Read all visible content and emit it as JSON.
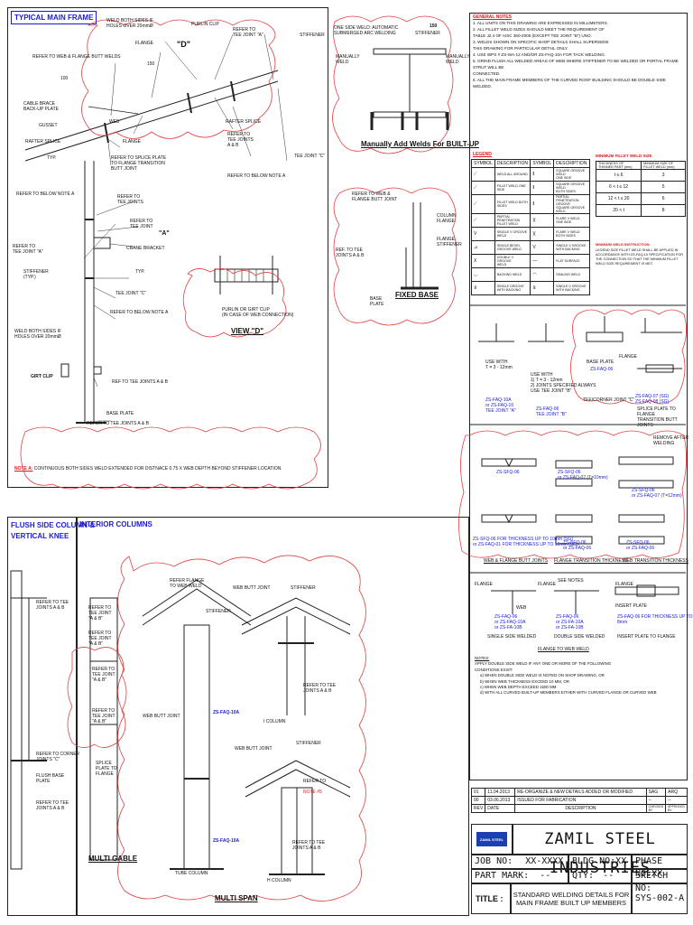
{
  "sections": {
    "main_frame": "TYPICAL MAIN FRAME",
    "flush_side": "FLUSH SIDE COLUMN &\nVERTICAL KNEE",
    "interior": "INTERIOR COLUMNS",
    "built_up": "Manually Add Welds For BUILT-UP",
    "fixed_base": "FIXED BASE",
    "view_d": "VIEW \"D\"",
    "multi_gable": "MULTI GABLE",
    "multi_span": "MULTI SPAN"
  },
  "main_frame_labels": {
    "weld_holes": "WELD BOTH SIDES IF\nHOLES OVER 20mmØ",
    "purlin_clip": "PURLIN CLIP",
    "refer_tee_a": "REFER TO\nTEE JOINT \"A\"",
    "stiffener": "STIFFENER",
    "flange": "FLANGE",
    "refer_web_flange": "REFER TO WEB & FLANGE BUTT WELDS",
    "cable_brace": "CABLE BRACE\nBACK-UP PLATE",
    "gusset": "GUSSET",
    "rafter_splice": "RAFTER SPLICE",
    "typ": "TYP.",
    "web": "WEB",
    "rafter_splice_2": "RAFTER SPLICE",
    "refer_tee_ab": "REFER TO\nTEE JOINTS\nA & B",
    "tee_joint_c": "TEE JOINT \"C\"",
    "refer_splice": "REFER TO SPLICE PLATE\nTO FLANGE TRANSITION\nBUTT JOINT",
    "refer_below_a": "REFER TO BELOW NOTE A",
    "refer_below_a2": "REFER TO BELOW NOTE A",
    "refer_tee_joints": "REFER TO\nTEE JOINTS",
    "refer_tee_joint": "REFER TO\nTEE JOINT",
    "crane_bracket": "CRANE BRACKET",
    "refer_tee_a2": "REFER TO\nTEE JOINT \"A\"",
    "stiffener_typ": "STIFFENER\n(TYP.)",
    "typ2": "TYP.",
    "tee_joint_c2": "TEE JOINT \"C\"",
    "refer_below_a3": "REFER TO BELOW NOTE A",
    "weld_holes2": "WELD BOTH SIDES IF\nHOLES OVER 20mmØ",
    "girt_clip": "GIRT CLIP",
    "ref_tee_ab": "REF TO TEE JOINTS A & B",
    "base_plate": "BASE PLATE",
    "refer_tee_ab2": "REFER TO TEE JOINTS A & B",
    "purlin_girt": "PURLIN OR GIRT CLIP\n(IN CASE OF WEB CONNECTION)",
    "d_marker": "\"D\"",
    "a_marker": "\"A\"",
    "dim_150": "150",
    "dim_100": "100"
  },
  "note_a": {
    "tag": "NOTE A:",
    "text": "CONTINUOUS BOTH SIDES WELD EXTENDED FOR DISTNACE 0.75 X WEB DEPTH BEYOND STIFFENER LOCATION"
  },
  "built_up_labels": {
    "one_side": "ONE SIDE WELD: AUTOMATIC\nSUBMERGED ARC WELDING",
    "stiffener": "STIFFENER",
    "manually_l": "MANUALLY\nWELD",
    "manually_r": "MANUALLY\nWELD",
    "dim": "150"
  },
  "fixed_base_labels": {
    "refer_web": "REFER TO WEB &\nFLANGE BUTT JOINT",
    "column_flange": "COLUMN\nFLANGE",
    "flange_stiffener": "FLANGE\nSTIFFENER",
    "ref_tee": "REF. TO TEE\nJOINTS A & B",
    "base_plate": "BASE\nPLATE"
  },
  "general_notes": {
    "title": "GENERAL NOTES",
    "items": [
      "1. ALL UNITS ON THIS DRAWING ARE EXPRESSED IN MILLIMETERS.",
      "2. ALL FILLET WELD SIZES SHOULD MEET THE REQUIREMENT OF\n   TABLE J2.4 OF AISC 360-2005 (EXCEPT TEE JOINT \"B\") UNO.",
      "3. WELDS SHOWN ON SPECIFIC SHOP DETAILS SHALL SUPERSEDE\n   THIS DRAWING FOR PARTICULAR DETAIL ONLY.",
      "4. USE WPS # ZS-WA-12 AND/OR ZS-FAQ-10A FOR TACK WELDING.",
      "5. GRIND FLUSH ALL WELDED AREAS OF WEB WHERE STIFFENER TO BE WELDED OR PORTAL FRAME STRUT WILL BE\n   CONNECTED.",
      "6. ALL THE MAIN FRAME MEMBERS OF THE CURVED ROOF BUILDING SHOULD BE DOUBLE SIDE WELDED."
    ]
  },
  "legend": {
    "title": "LEGEND",
    "headers": [
      "SYMBOL",
      "DESCRIPTION",
      "SYMBOL",
      "DESCRIPTION"
    ],
    "rows": [
      [
        "WELD ALL AROUND",
        "SQUARE GROOVE WELD\nONE SIDE"
      ],
      [
        "FILLET WELD ONE SIDE",
        "SQUARE GROOVE WELD\nBOTH SIDES"
      ],
      [
        "FILLET WELD BOTH SIDES",
        "PARTIAL PENETRATION GROOVE\nSQUARE GROOVE WELD"
      ],
      [
        "PARTIAL PENETRATION\nFILLET WELD",
        "FLARE V WELD ONE SIDE"
      ],
      [
        "SINGLE V GROOVE WELD",
        "FLARE V WELD BOTH SIDES"
      ],
      [
        "SINGLE BEVEL\nGROOVE WELD",
        "SINGLE V GROOVE\nWITH BACKING"
      ],
      [
        "DOUBLE V GROOVE\nWELD",
        "FLAT SURFACE"
      ],
      [
        "BACKING WELD",
        "SEALING WELD"
      ],
      [
        "SINGLE GROOVE\nWITH BACKING",
        "SINGLE V GROOVE\nWITH BACKING"
      ]
    ]
  },
  "min_weld": {
    "title": "MINIMUM FILLET WELD SIZE",
    "headers": [
      "THICKNESS OF THINNER PART (mm)",
      "MINIMUM SIZE OF FILLET WELD (mm)"
    ],
    "rows": [
      [
        "t ≤ 6",
        "3"
      ],
      [
        "6 < t ≤ 12",
        "5"
      ],
      [
        "12 < t ≤ 20",
        "6"
      ],
      [
        "20 < t",
        "8"
      ]
    ],
    "note_title": "MINIMUM WELD INSTRUCTION:",
    "note": "LEGEND SIZE FILLET WELD SHALL BE APPLIED IN ACCORDANCE WITH ZS-FAQ-10 SPECIFICATION FOR THE CONNECTION SO THAT THE MINIMUM FILLET WELD SIZE REQUIREMENT IS MET."
  },
  "tee_joints": {
    "use_with_1": "USE WITH\nT = 3 - 12mm",
    "wps_1": "ZS-FAQ-10A\nor ZS-FAQ-10\nTEE JOINT \"A\"",
    "use_with_2": "USE WITH\n1) T = 3 - 12mm\n2) JOINTS SPECIFIED ALWAYS\nUSE TEE JOINT \"B\"",
    "wps_2": "ZS-FAQ-06\nTEE JOINT \"B\"",
    "base_plate": "BASE PLATE",
    "wps_3": "ZS-FAQ-06",
    "tee_corner": "TEE/CORNER JOINT \"C\"",
    "flange": "FLANGE",
    "splice": "SPLICE PLATE TO FLANGE\nTRANSITION BUTT JOINTS",
    "wps_4": "ZS-FAQ-07 (SG)\nZS-FAQ-08 (SG)"
  },
  "butt_joints": {
    "wf_title": "WEB & FLANGE BUTT JOINTS",
    "ft_title": "FLANGE TRANSITION THICKNESS",
    "wt_title": "WEB TRANSITION THICKNESS",
    "wps_a": "ZS-SFQ-06",
    "wps_b": "ZS-SFQ-06\nor ZS-FAQ-07 (T=10mm)",
    "wps_c": "ZS-SFQ-06\nor ZS-FAQ-07 (T=12mm)",
    "wps_d": "ZS-SFQ-06 FOR THICKNESS UP TO 10mm (SG)\nor ZS-FAQ-01 FOR THICKNESS UP TO 10mm (SG)",
    "wps_e": "ZS-SFQ-06\nor ZS-FAQ-06",
    "wps_f": "ZS-SFQ-06\nor ZS-FAQ-06",
    "remove": "REMOVE AFTER\nWELDING"
  },
  "flange_web": {
    "title": "FLANGE TO WEB WELD",
    "single": "SINGLE SIDE WELDED",
    "double": "DOUBLE SIDE WELDED",
    "insert": "INSERT PLATE TO FLANGE",
    "flange": "FLANGE",
    "web": "WEB",
    "see_notes": "SEE NOTES",
    "insert_plate": "INSERT PLATE",
    "wps_a": "ZS-FAQ-06\nor ZS-FAQ-10A\nor ZS-FA-10B",
    "wps_b": "ZS-FAQ-06\nor ZS-FA-10A\nor ZS-FA-10B",
    "wps_c": "ZS-FAQ-06 FOR THICKNESS UP TO 8mm"
  },
  "apply_notes": {
    "title": "NOTES:",
    "intro": "APPLY DOUBLE SIDE WELD IF ANY ONE OR MORE OF THE FOLLOWING\nCONDITIONS EXIST:",
    "items": [
      "a) WHEN DOUBLE SIDE WELD IS NOTED ON SHOP DRAWING, OR",
      "b) WHEN WEB THICKNESS EXCEED 10 MM, OR",
      "c) WHEN WEB DEPTH EXCEED 1500 MM",
      "d) WITH ALL CURVED BUILT-UP MEMBERS EITHER WITH CURVED FLANGE OR CURVED WEB"
    ]
  },
  "flush_labels": {
    "refer_tee_ab": "REFER TO TEE\nJOINTS A & B",
    "refer_tee_ab2": "REFER TO\nTEE JOINT\n\"A & B\"",
    "refer_tee_ab3": "REFER TO\nTEE JOINT\n\"A & B\"",
    "refer_tee_ab4": "REFER TO\nTEE JOINT\n\"A & B\"",
    "refer_tee_ab5": "REFER TO\nTEE JOINT\n\"A & B\"",
    "refer_corner": "REFER TO CORNER\nJOINTS \"C\"",
    "flush_base": "FLUSH BASE\nPLATE",
    "refer_tee_ab6": "REFER TO TEE\nJOINTS A & B",
    "splice": "SPLICE\nPLATE TO\nFLANGE"
  },
  "interior_labels": {
    "refer_flange": "REFER FLANGE\nTO WEB WELD",
    "stiffener": "STIFFENER",
    "web_butt": "WEB BUTT JOINT",
    "web_butt2": "WEB BUTT JOINT",
    "web_butt3": "WEB BUTT JOINT",
    "stiffener2": "STIFFENER",
    "stiffener3": "STIFFENER",
    "refer_tee": "REFER TO TEE\nJOINTS A & B",
    "refer_tee2": "REFER TO TEE\nJOINTS A & B",
    "i_column": "I COLUMN",
    "tube_column": "TUBE COLUMN",
    "h_column": "H COLUMN",
    "refer_to": "REFER TO",
    "note5": "NOTE #5",
    "wps_10a": "ZS-FAQ-10A",
    "wps_10a2": "ZS-FAQ-10A"
  },
  "revisions": {
    "rows": [
      [
        "01",
        "11.04.2013",
        "RE-ORGANIZE & NEW DETAILS ADDED OR MODIFIED",
        "SAG",
        "ARQ"
      ],
      [
        "00",
        "03.06.2013",
        "ISSUED FOR FABRICATION",
        "--",
        "--"
      ]
    ],
    "headers": [
      "REV",
      "DATE",
      "DESCRIPTION",
      "CHECKED BY",
      "APPROVED BY"
    ]
  },
  "title_block": {
    "company": "ZAMIL STEEL INDUSTRIES",
    "logo": "ZAMIL STEEL",
    "job_label": "JOB NO:",
    "job_value": "XX-XXXX",
    "bldg_label": "BLDG NO:",
    "bldg_value": "XX",
    "phase_label": "PHASE NO:",
    "phase_value": "XX",
    "part_label": "PART MARK:",
    "part_value": "--",
    "qty_label": "QTY:",
    "qty_value": "--",
    "sketch_label": "SKETCH NO:",
    "title_label": "TITLE :",
    "title_value": "STANDARD WELDING DETAILS FOR\nMAIN FRAME BUILT UP MEMBERS",
    "sketch_value": "SYS-002-A"
  },
  "colors": {
    "blue": "#1a1ad8",
    "red": "#d81b1b",
    "ink": "#111111"
  }
}
